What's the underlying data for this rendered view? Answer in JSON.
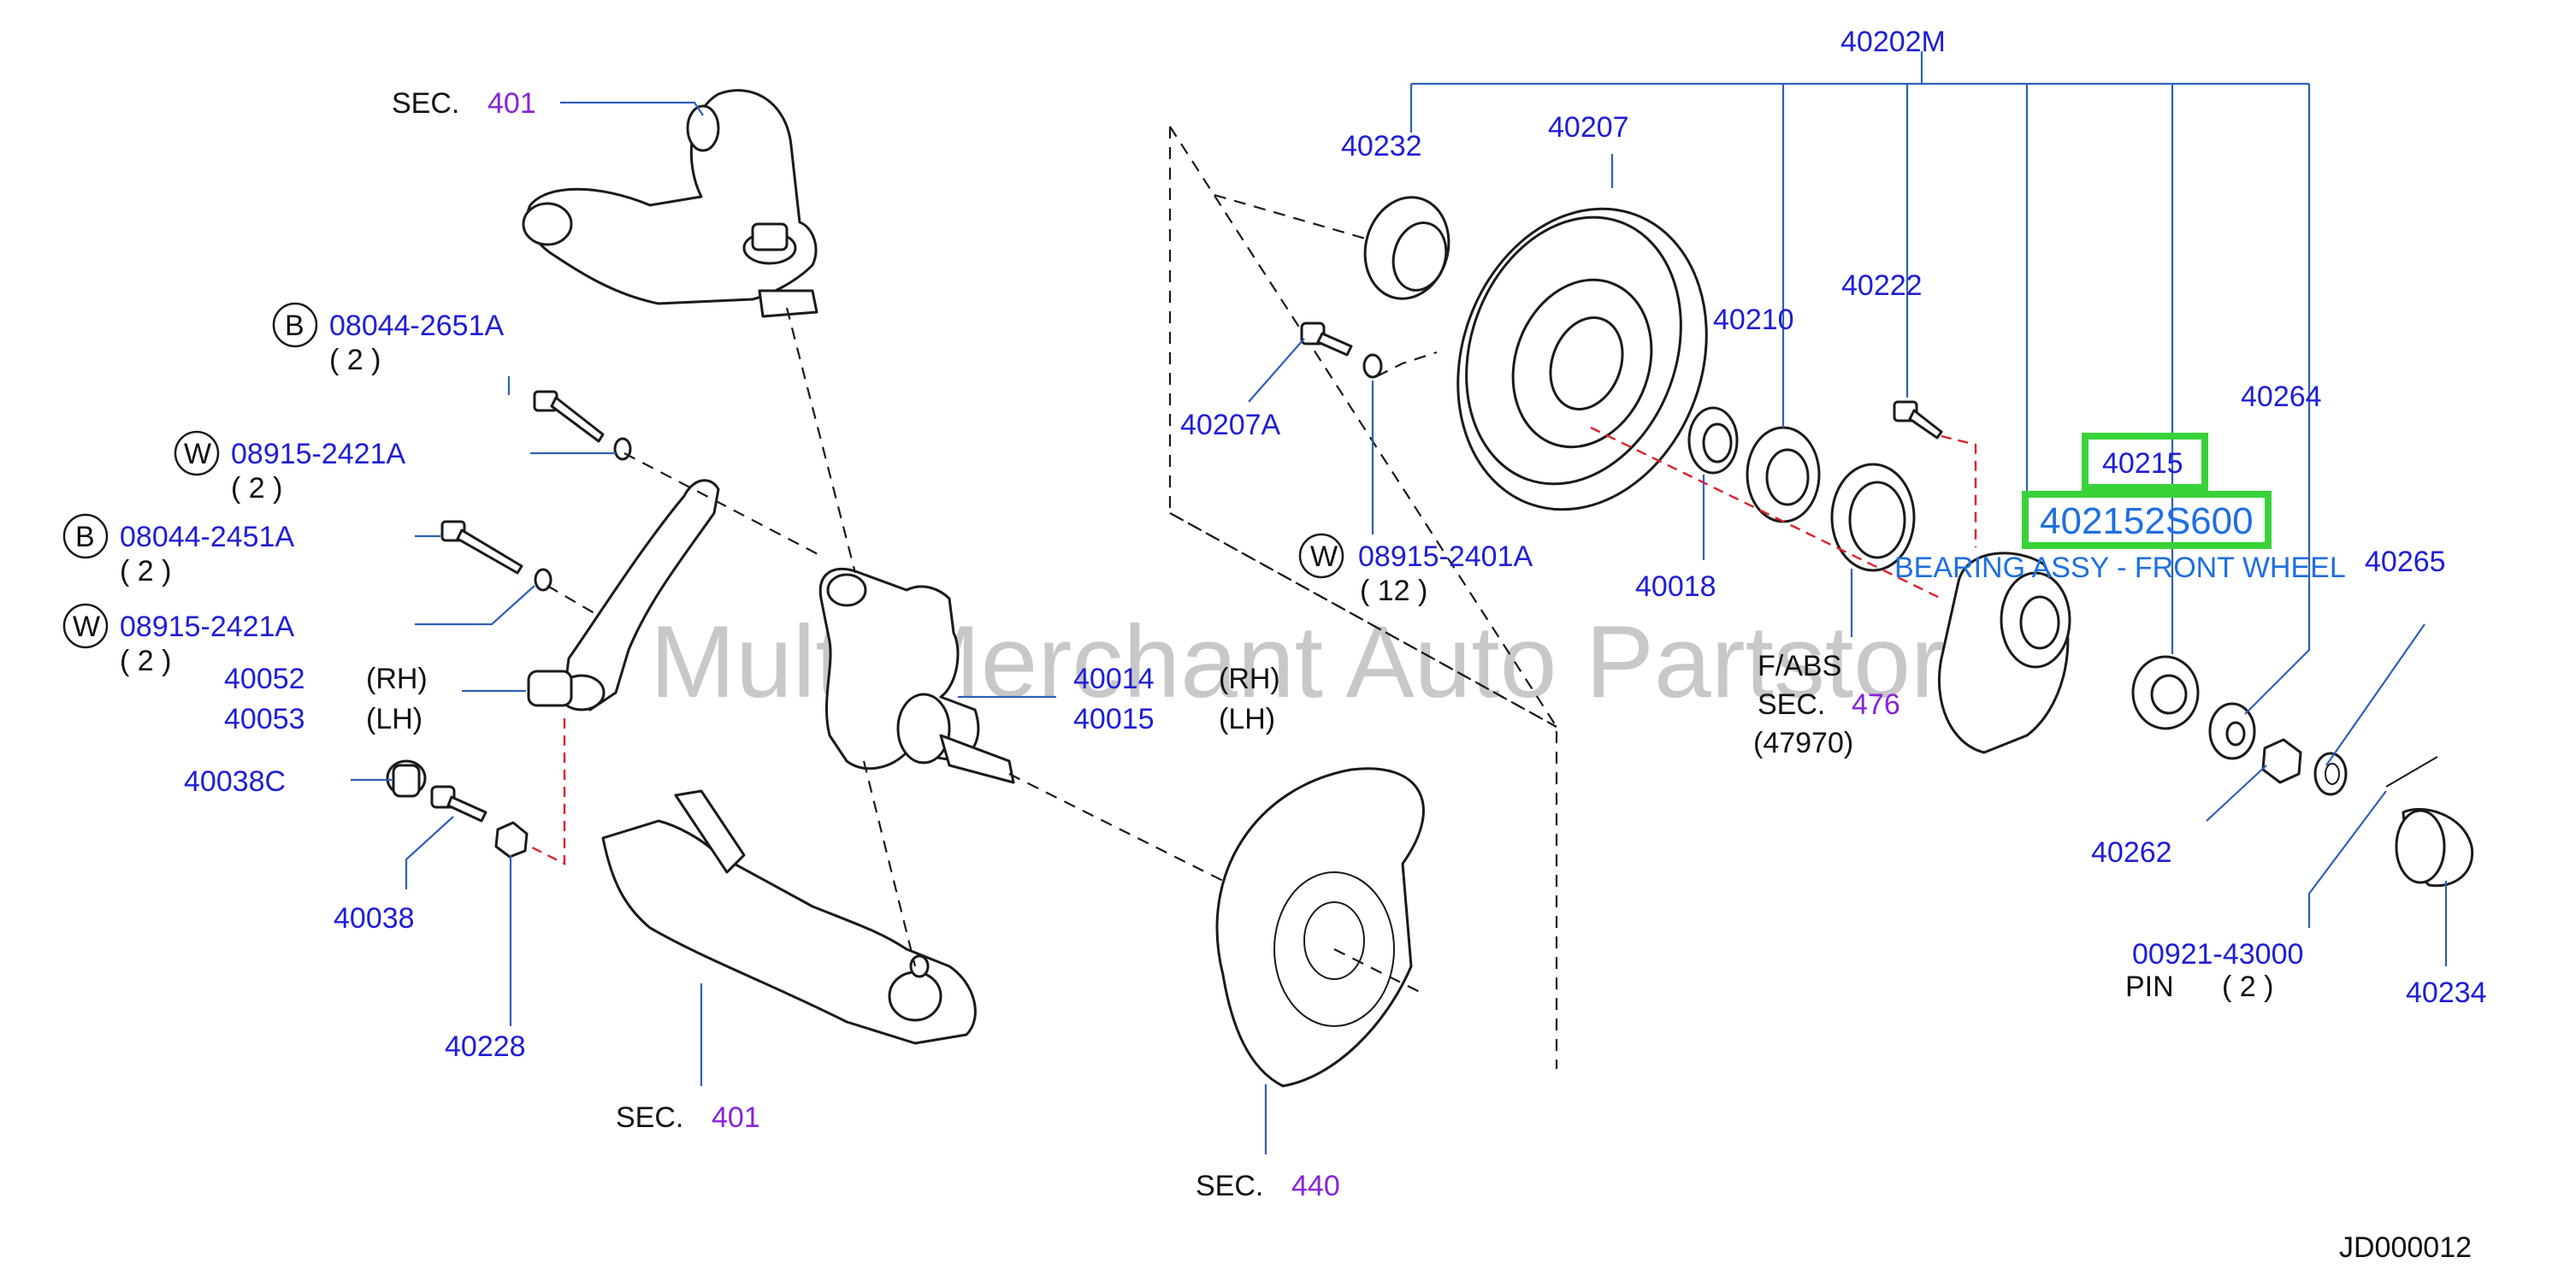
{
  "labels": {
    "p40202M": "40202M",
    "p40232": "40232",
    "p40207": "40207",
    "p40210": "40210",
    "p40222": "40222",
    "p40264": "40264",
    "p40207A": "40207A",
    "p40018": "40018",
    "p40215": "40215",
    "p402152S600": "402152S600",
    "bearing_desc": "BEARING ASSY - FRONT WHEEL",
    "p40265": "40265",
    "p40262": "40262",
    "p00921": "00921-43000",
    "pin": "PIN",
    "pin_qty": "( 2 )",
    "p40234": "40234",
    "w_08915_2401A": "08915-2401A",
    "w_08915_2401A_qty": "( 12 )",
    "fabs": "F/ABS",
    "sec_476_prefix": "SEC.",
    "sec_476": "476",
    "p47970": "(47970)",
    "sec_401_top_prefix": "SEC.",
    "sec_401_top": "401",
    "b_08044_2651A": "08044-2651A",
    "b_08044_2651A_qty": "( 2 )",
    "w_08915_2421A_1": "08915-2421A",
    "w_08915_2421A_1_qty": "( 2 )",
    "b_08044_2451A": "08044-2451A",
    "b_08044_2451A_qty": "( 2 )",
    "w_08915_2421A_2": "08915-2421A",
    "w_08915_2421A_2_qty": "( 2 )",
    "p40052": "40052",
    "p40052_side": "(RH)",
    "p40053": "40053",
    "p40053_side": "(LH)",
    "p40014": "40014",
    "p40014_side": "(RH)",
    "p40015": "40015",
    "p40015_side": "(LH)",
    "p40038C": "40038C",
    "p40038": "40038",
    "p40228": "40228",
    "sec_401_bottom_prefix": "SEC.",
    "sec_401_bottom": "401",
    "sec_440_prefix": "SEC.",
    "sec_440": "440",
    "diagram_id": "JD000012",
    "watermark": "Multi Merchant Auto Partstore",
    "circle_b": "B",
    "circle_w": "W"
  },
  "colors": {
    "part_number": "#1e1ed6",
    "section_ref": "#8a22d8",
    "highlight": "#39d239",
    "leader": "#2f5fb8",
    "dashed_red": "#e0202a"
  }
}
